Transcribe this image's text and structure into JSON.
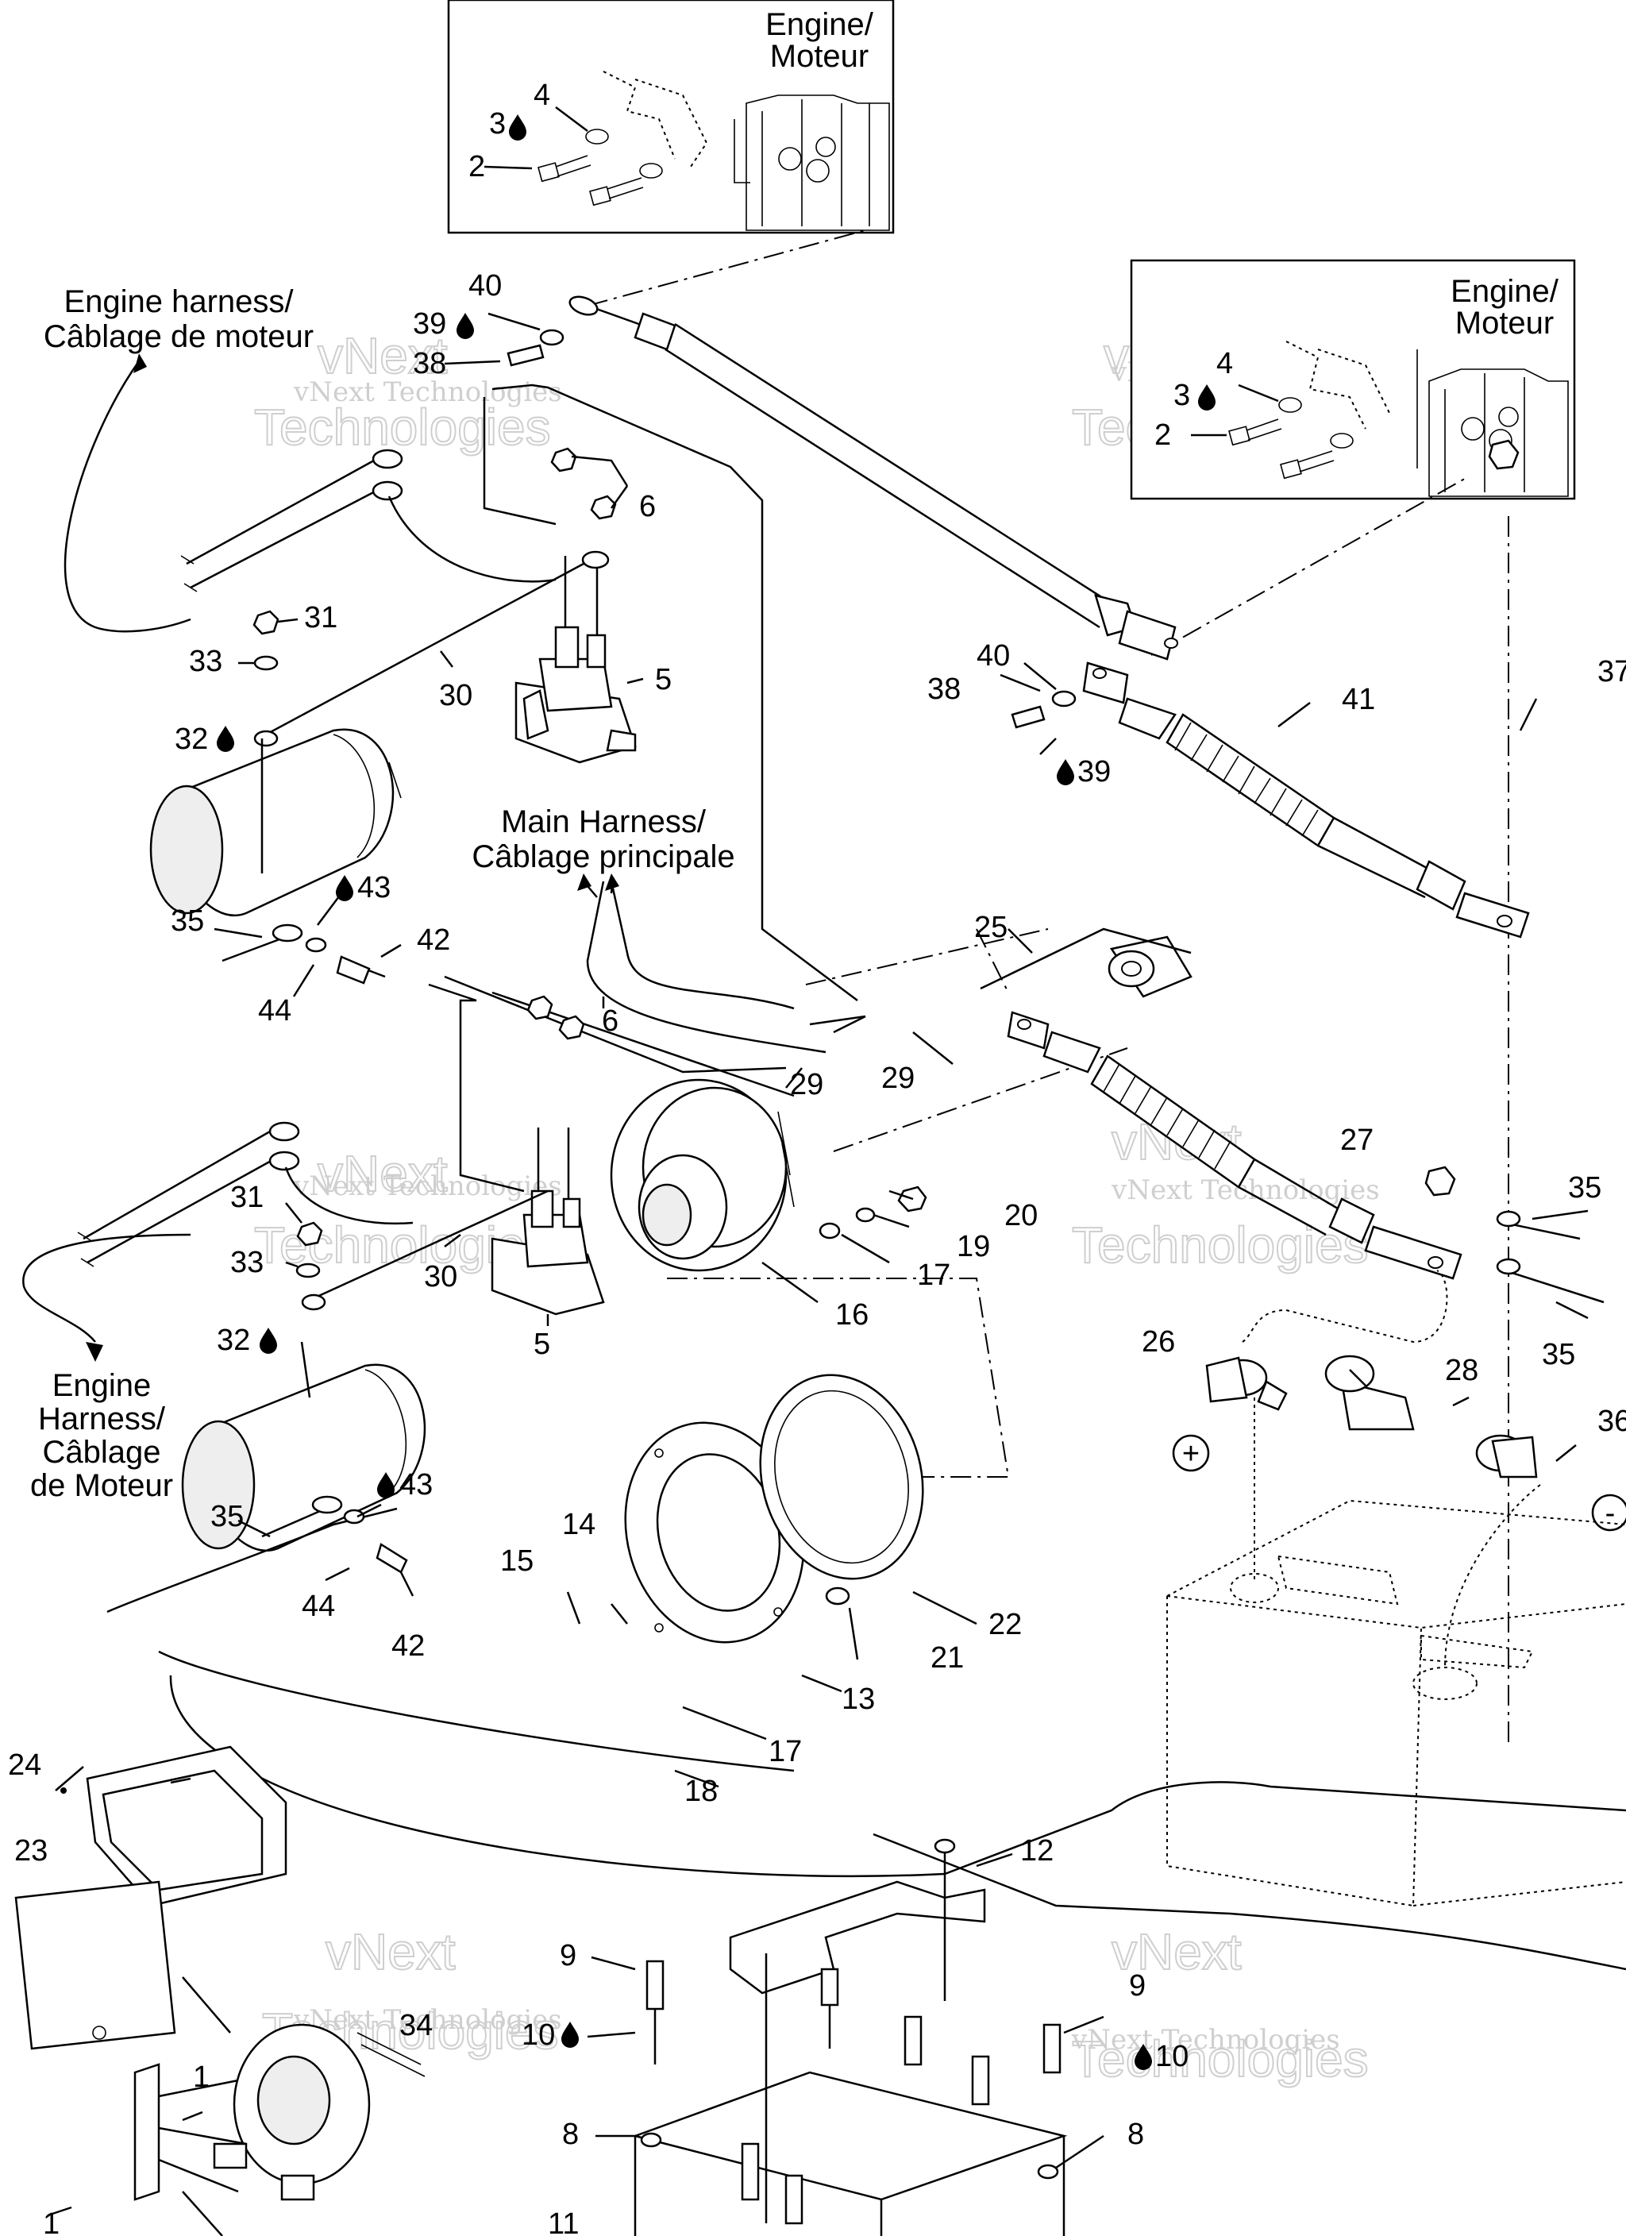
{
  "inset_1": {
    "title_line1": "Engine/",
    "title_line2": "Moteur"
  },
  "inset_2": {
    "title_line1": "Engine/",
    "title_line2": "Moteur"
  },
  "callouts": {
    "engine_harness_top_1": "Engine harness/",
    "engine_harness_top_2": "Câblage de moteur",
    "main_harness_1": "Main Harness/",
    "main_harness_2": "Câblage principale",
    "engine_harness_bottom_1": "Engine",
    "engine_harness_bottom_2": "Harness/",
    "engine_harness_bottom_3": "Câblage",
    "engine_harness_bottom_4": "de Moteur"
  },
  "watermark": {
    "line1": "vNext",
    "line2": "vNext Technologies",
    "line3": "Technologies"
  },
  "polarity": {
    "positive": "+",
    "negative": "-"
  },
  "labels": {
    "p1": "1",
    "p2": "2",
    "p3": "3",
    "p4": "4",
    "p5": "5",
    "p6": "6",
    "p8": "8",
    "p9": "9",
    "p10": "10",
    "p11": "11",
    "p12": "12",
    "p13": "13",
    "p14": "14",
    "p15": "15",
    "p16": "16",
    "p17": "17",
    "p18": "18",
    "p19": "19",
    "p20": "20",
    "p21": "21",
    "p22": "22",
    "p23": "23",
    "p24": "24",
    "p25": "25",
    "p26": "26",
    "p27": "27",
    "p28": "28",
    "p29": "29",
    "p30": "30",
    "p31": "31",
    "p32": "32",
    "p33": "33",
    "p34": "34",
    "p35": "35",
    "p36": "36",
    "p37": "37",
    "p38": "38",
    "p39": "39",
    "p40": "40",
    "p41": "41",
    "p42": "42",
    "p43": "43",
    "p44": "44"
  },
  "icons": [
    "sealant-drop-icon"
  ]
}
